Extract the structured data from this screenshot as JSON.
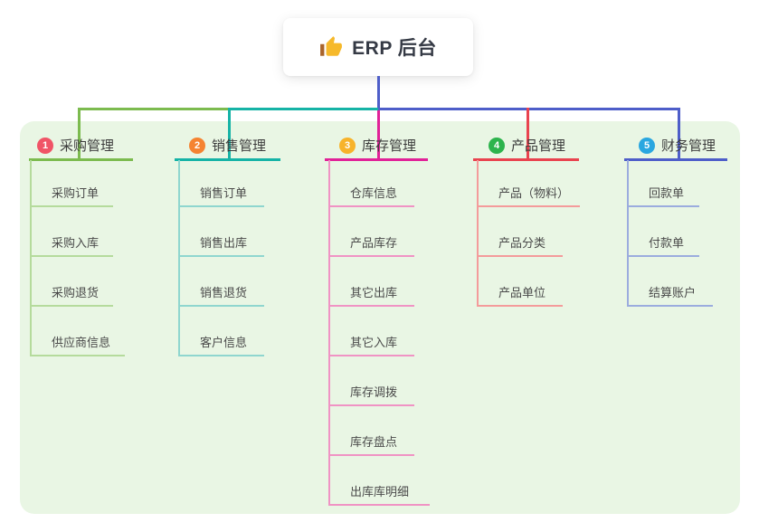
{
  "root": {
    "title": "ERP 后台",
    "icon": "thumbs-up"
  },
  "branches": [
    {
      "num": "1",
      "label": "采购管理",
      "color": "#7cbb4f",
      "child_line_color": "#b5db9c",
      "badge_color": "#f05467",
      "children": [
        "采购订单",
        "采购入库",
        "采购退货",
        "供应商信息"
      ]
    },
    {
      "num": "2",
      "label": "销售管理",
      "color": "#16b3a6",
      "child_line_color": "#8fd6cf",
      "badge_color": "#f58331",
      "children": [
        "销售订单",
        "销售出库",
        "销售退货",
        "客户信息"
      ]
    },
    {
      "num": "3",
      "label": "库存管理",
      "color": "#e12298",
      "child_line_color": "#f093c4",
      "badge_color": "#f7b32b",
      "children": [
        "仓库信息",
        "产品库存",
        "其它出库",
        "其它入库",
        "库存调拨",
        "库存盘点",
        "出库库明细"
      ]
    },
    {
      "num": "4",
      "label": "产品管理",
      "color": "#e9434f",
      "child_line_color": "#f49b9b",
      "badge_color": "#2db44d",
      "children": [
        "产品（物料）",
        "产品分类",
        "产品单位"
      ]
    },
    {
      "num": "5",
      "label": "财务管理",
      "color": "#4e5ec9",
      "child_line_color": "#9bacde",
      "badge_color": "#2aa7e0",
      "children": [
        "回款单",
        "付款单",
        "结算账户"
      ]
    }
  ],
  "canvas": {
    "background": "#ffffff",
    "panel_color": "#e9f6e4",
    "root_connector_color": "#4e5ec9"
  }
}
